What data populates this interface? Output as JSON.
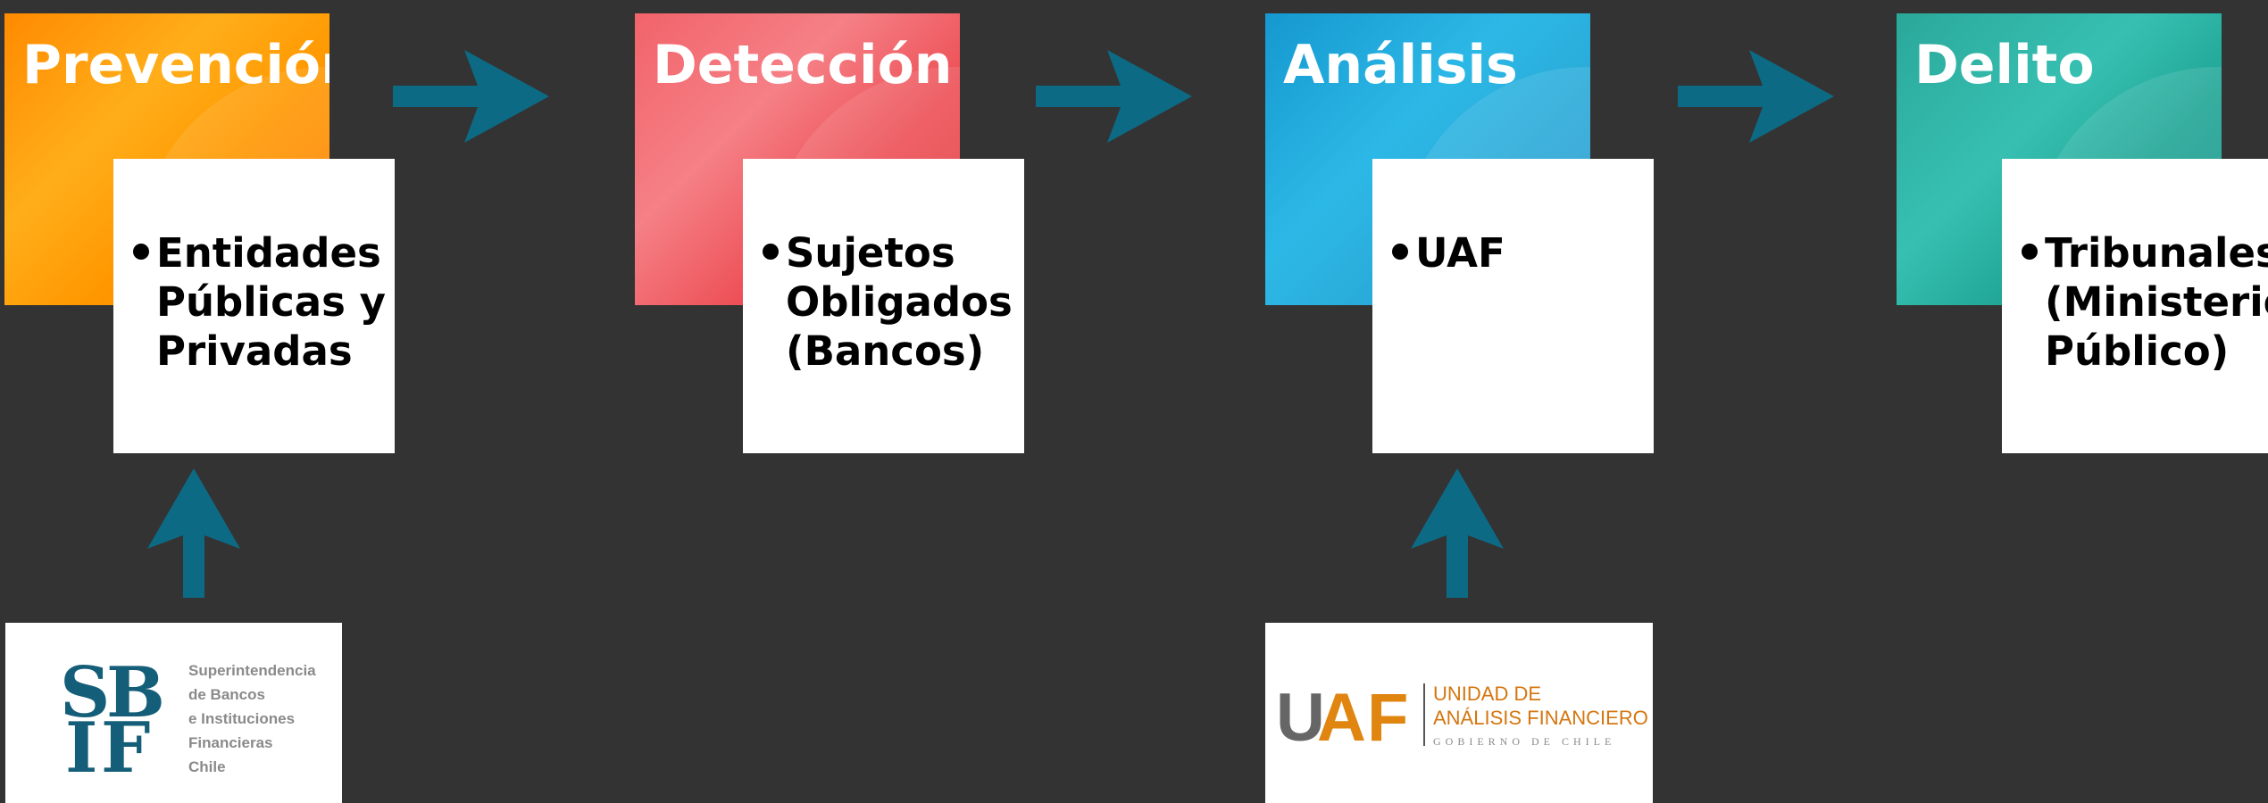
{
  "stages": [
    {
      "title": "Prevención",
      "color": "#ff8a00",
      "actors": [
        "Entidades\nPúblicas y\nPrivadas"
      ]
    },
    {
      "title": "Detección",
      "color": "#ec4e54",
      "actors": [
        "Sujetos\nObligados\n(Bancos)"
      ]
    },
    {
      "title": "Análisis",
      "color": "#2aaad8",
      "actors": [
        "UAF"
      ]
    },
    {
      "title": "Delito",
      "color": "#20a595",
      "actors": [
        "Tribunales\n(Ministerio\nPúblico)"
      ]
    }
  ],
  "arrow_color": "#0d6a85",
  "logos": {
    "sbif": {
      "letters": [
        "S",
        "B",
        "I",
        "F"
      ],
      "lines": [
        "Superintendencia",
        "de Bancos",
        "e Instituciones",
        "Financieras",
        "Chile"
      ],
      "color": "#155e79"
    },
    "uaf": {
      "letters": [
        "U",
        "A",
        "F"
      ],
      "name_lines": [
        "UNIDAD DE",
        "ANÁLISIS FINANCIERO"
      ],
      "tagline": "GOBIERNO DE CHILE",
      "color": "#d4760f"
    }
  }
}
